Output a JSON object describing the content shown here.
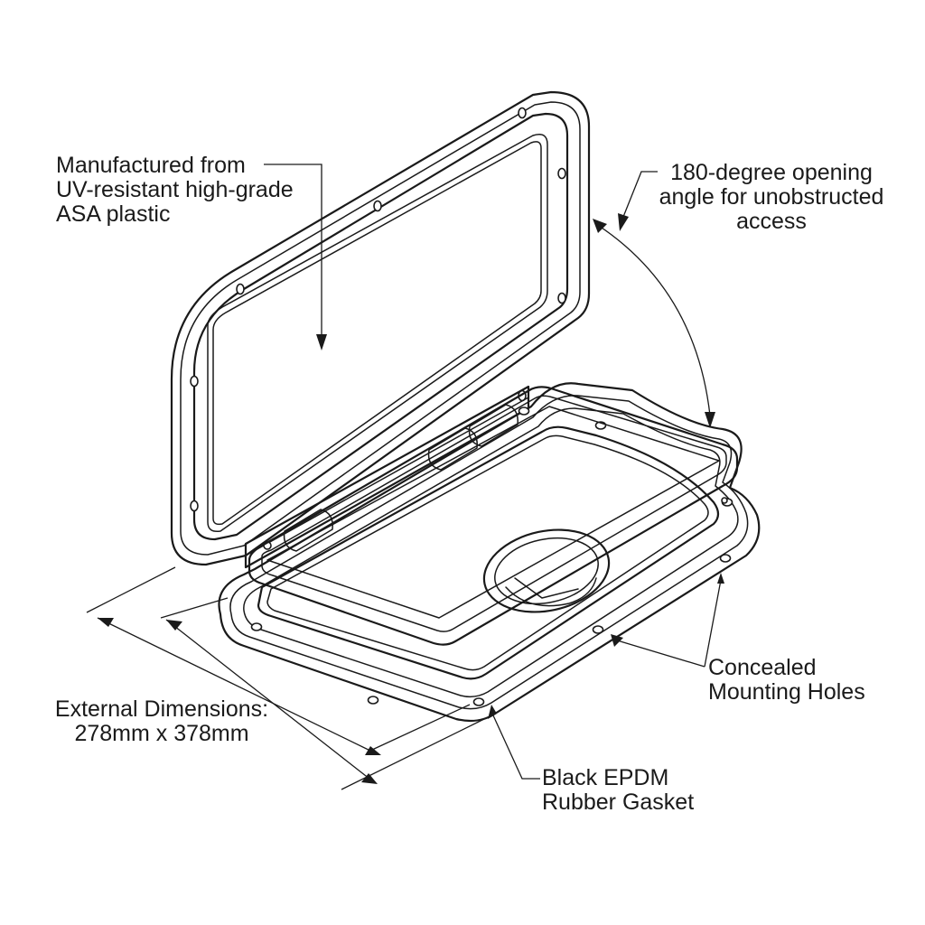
{
  "callouts": {
    "material": [
      "Manufactured from",
      "UV-resistant high-grade",
      "ASA plastic"
    ],
    "opening_angle": [
      "180-degree opening",
      "angle for unobstructed",
      "access"
    ],
    "mounting_holes": [
      "Concealed",
      "Mounting Holes"
    ],
    "dimensions": [
      "External Dimensions:",
      "278mm x 378mm"
    ],
    "gasket": [
      "Black EPDM",
      "Rubber Gasket"
    ]
  },
  "colors": {
    "line": "#1a1a1a",
    "background": "#ffffff"
  }
}
